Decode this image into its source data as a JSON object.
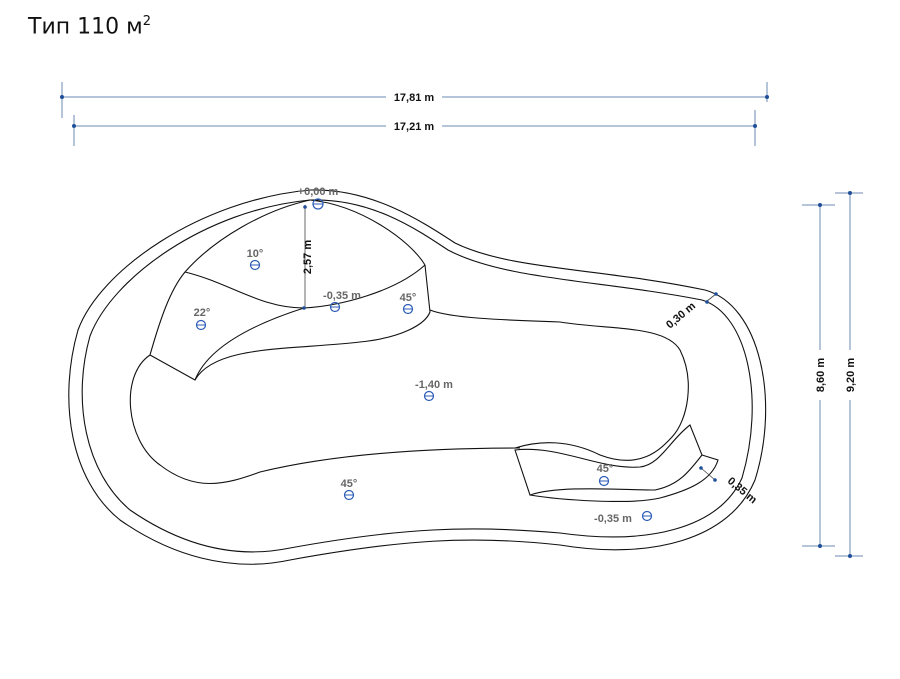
{
  "title": {
    "text": "Тип 110 м",
    "sup": "2"
  },
  "dimensions": {
    "outer_length": "17,81 m",
    "inner_length": "17,21 m",
    "inner_width": "8,60 m",
    "outer_width": "9,20 m",
    "shelf_depth": "2,57 m",
    "wall_top": "0,30 m",
    "wall_bottom": "0,35 m"
  },
  "levels": {
    "top": "+0,00 m",
    "shelf_upper": "-0,35 m",
    "deep": "-1,40 m",
    "shelf_lower": "-0,35 m"
  },
  "slopes": {
    "a": "10°",
    "b": "22°",
    "c": "45°",
    "d": "45°",
    "e": "45°"
  },
  "colors": {
    "dimension_line": "#6c8ab5",
    "marker": "#2a5bb5",
    "outline": "#111111"
  }
}
